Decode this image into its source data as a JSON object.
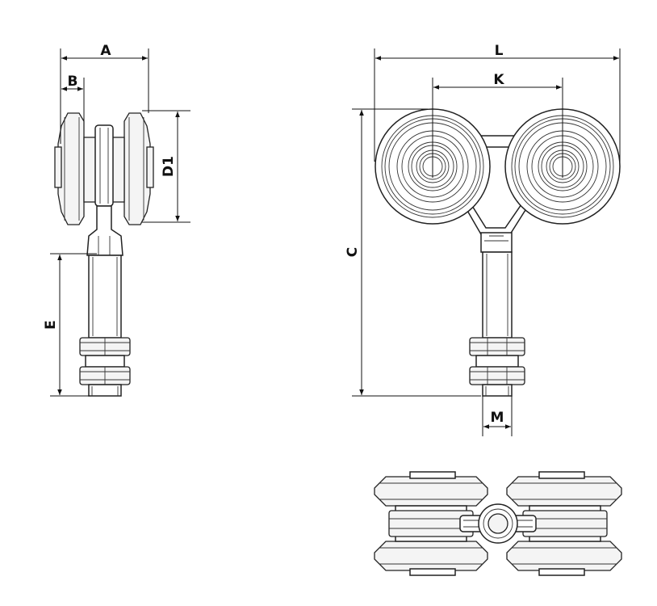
{
  "drawing": {
    "dimensions": {
      "a": "A",
      "b": "B",
      "d1": "D1",
      "e": "E",
      "l": "L",
      "k": "K",
      "c": "C",
      "m": "M"
    }
  }
}
